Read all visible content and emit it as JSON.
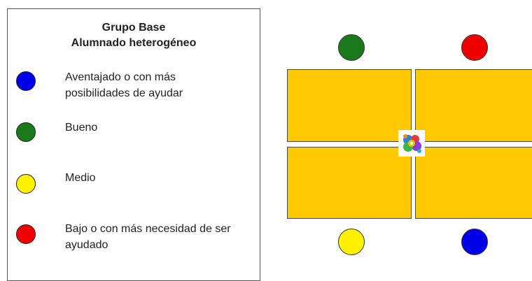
{
  "legend": {
    "title_line1": "Grupo Base",
    "title_line2": "Alumnado heterogéneo",
    "items": [
      {
        "color": "#0000E8",
        "line1": "Aventajado o con más",
        "line2": "posibilidades de ayudar"
      },
      {
        "color": "#1A7A1A",
        "line1": "Bueno",
        "line2": ""
      },
      {
        "color": "#FFF200",
        "line1": "Medio",
        "line2": ""
      },
      {
        "color": "#EE0000",
        "line1": "Bajo o con más necesidad de ser",
        "line2": "ayudado"
      }
    ]
  },
  "seating": {
    "desk_color": "#FFC800",
    "top_left_seat": "#1A7A1A",
    "top_right_seat": "#EE0000",
    "bottom_left_seat": "#FFF200",
    "bottom_right_seat": "#0000E8",
    "center_icon": "puzzle-logo-icon"
  }
}
